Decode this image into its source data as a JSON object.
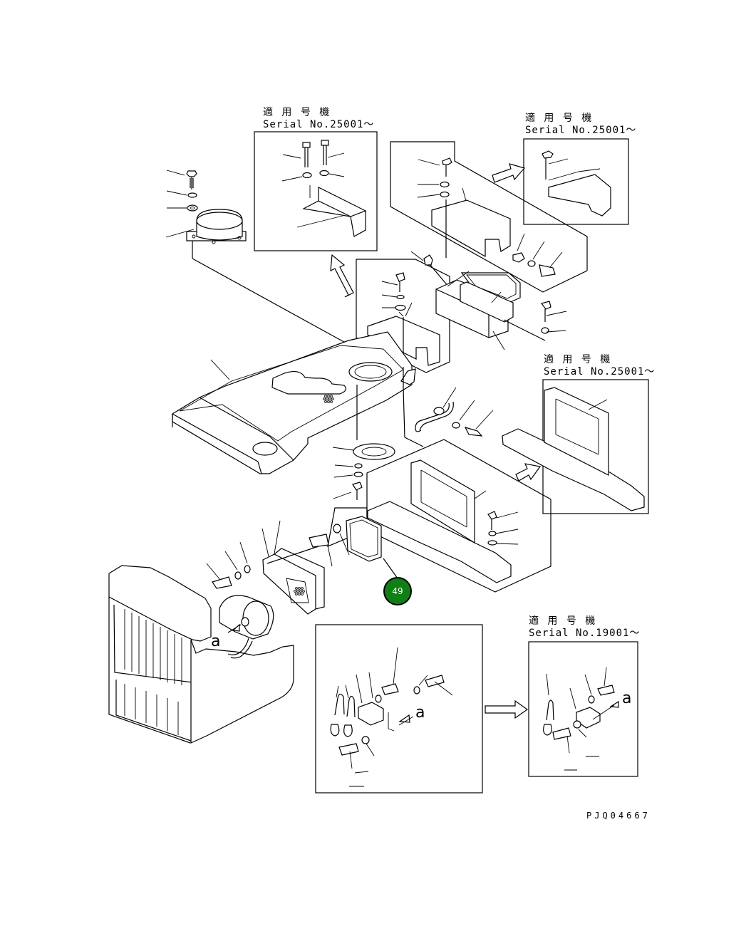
{
  "figure_code": "PJQ04667",
  "callouts": [
    {
      "label": "49",
      "color": "#0f7f16"
    }
  ],
  "serial_notes": [
    {
      "heading": "適 用 号 機",
      "serial": "Serial No.25001～"
    },
    {
      "heading": "適 用 号 機",
      "serial": "Serial No.25001～"
    },
    {
      "heading": "適 用 号 機",
      "serial": "Serial No.25001～"
    },
    {
      "heading": "適 用 号 機",
      "serial": "Serial No.19001～"
    }
  ],
  "view_markers": {
    "a1": "a",
    "a2": "a",
    "a3": "a"
  }
}
